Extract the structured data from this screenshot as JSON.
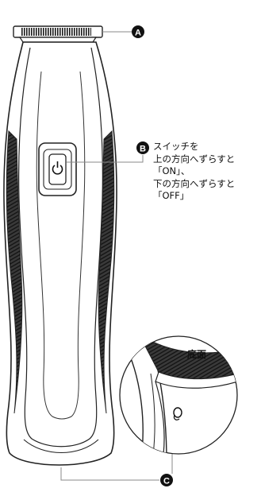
{
  "labels": {
    "a": "A",
    "b": "B",
    "c": "C"
  },
  "switch_callout": {
    "line1": "スイッチを",
    "line2": "上の方向へずらすと",
    "line3": "「ON」、",
    "line4": "下の方向へずらすと",
    "line5": "「OFF」"
  },
  "bottom_view": {
    "title": "底面"
  },
  "icons": {
    "power": "power-icon"
  }
}
